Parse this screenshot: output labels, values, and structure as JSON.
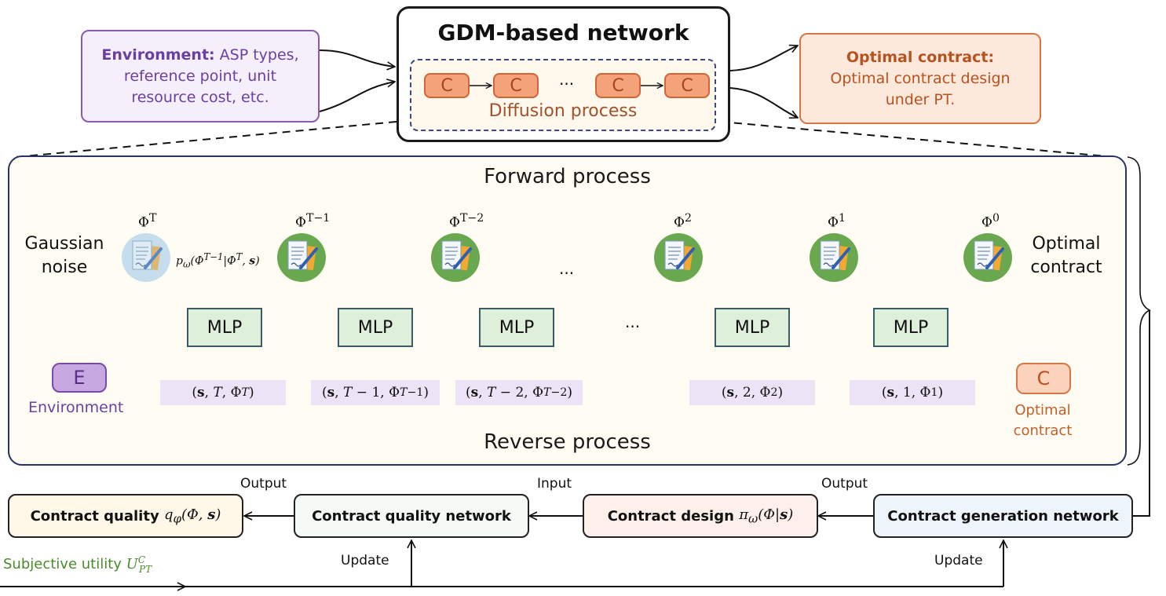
{
  "environment_box": {
    "heading": "Environment:",
    "text_line1": " ASP types,",
    "text_line2": "reference point, unit",
    "text_line3": "resource cost, etc."
  },
  "gdm_box": {
    "title": "GDM-based network",
    "c_label": "C",
    "ellipsis": "···",
    "diffusion_label": "Diffusion process"
  },
  "optimal_box": {
    "heading": "Optimal contract:",
    "text_line1": "Optimal contract design",
    "text_line2": "under PT."
  },
  "panel": {
    "forward_label": "Forward process",
    "reverse_label": "Reverse process",
    "gaussian_label_1": "Gaussian",
    "gaussian_label_2": "noise",
    "optimal_label_1": "Optimal",
    "optimal_label_2": "contract",
    "transition_label": "pω(ΦT−1|ΦT, s)",
    "ellipsis": "···",
    "phis": [
      "ΦT",
      "ΦT−1",
      "ΦT−2",
      "Φ2",
      "Φ1",
      "Φ0"
    ],
    "mlp_label": "MLP",
    "inputs": [
      "(s, T, ΦT)",
      "(s, T − 1, ΦT−1)",
      "(s, T − 2, ΦT−2)",
      "(s, 2, Φ2)",
      "(s, 1, Φ1)"
    ],
    "env_badge": "E",
    "env_label": "Environment",
    "opt_badge": "C",
    "opt_label_1": "Optimal",
    "opt_label_2": "contract"
  },
  "bottom": {
    "contract_quality": "Contract quality qφ(Φ, s)",
    "quality_network": "Contract quality network",
    "contract_design": "Contract design πω(Φ|s)",
    "generation_network": "Contract generation network",
    "output_label": "Output",
    "input_label": "Input",
    "update_label": "Update",
    "subjective_utility": "Subjective utility UPT"
  },
  "colors": {
    "purple": "#6b3fa0",
    "orange": "#c0602c",
    "green": "#4a8a2c",
    "navy": "#273463"
  }
}
